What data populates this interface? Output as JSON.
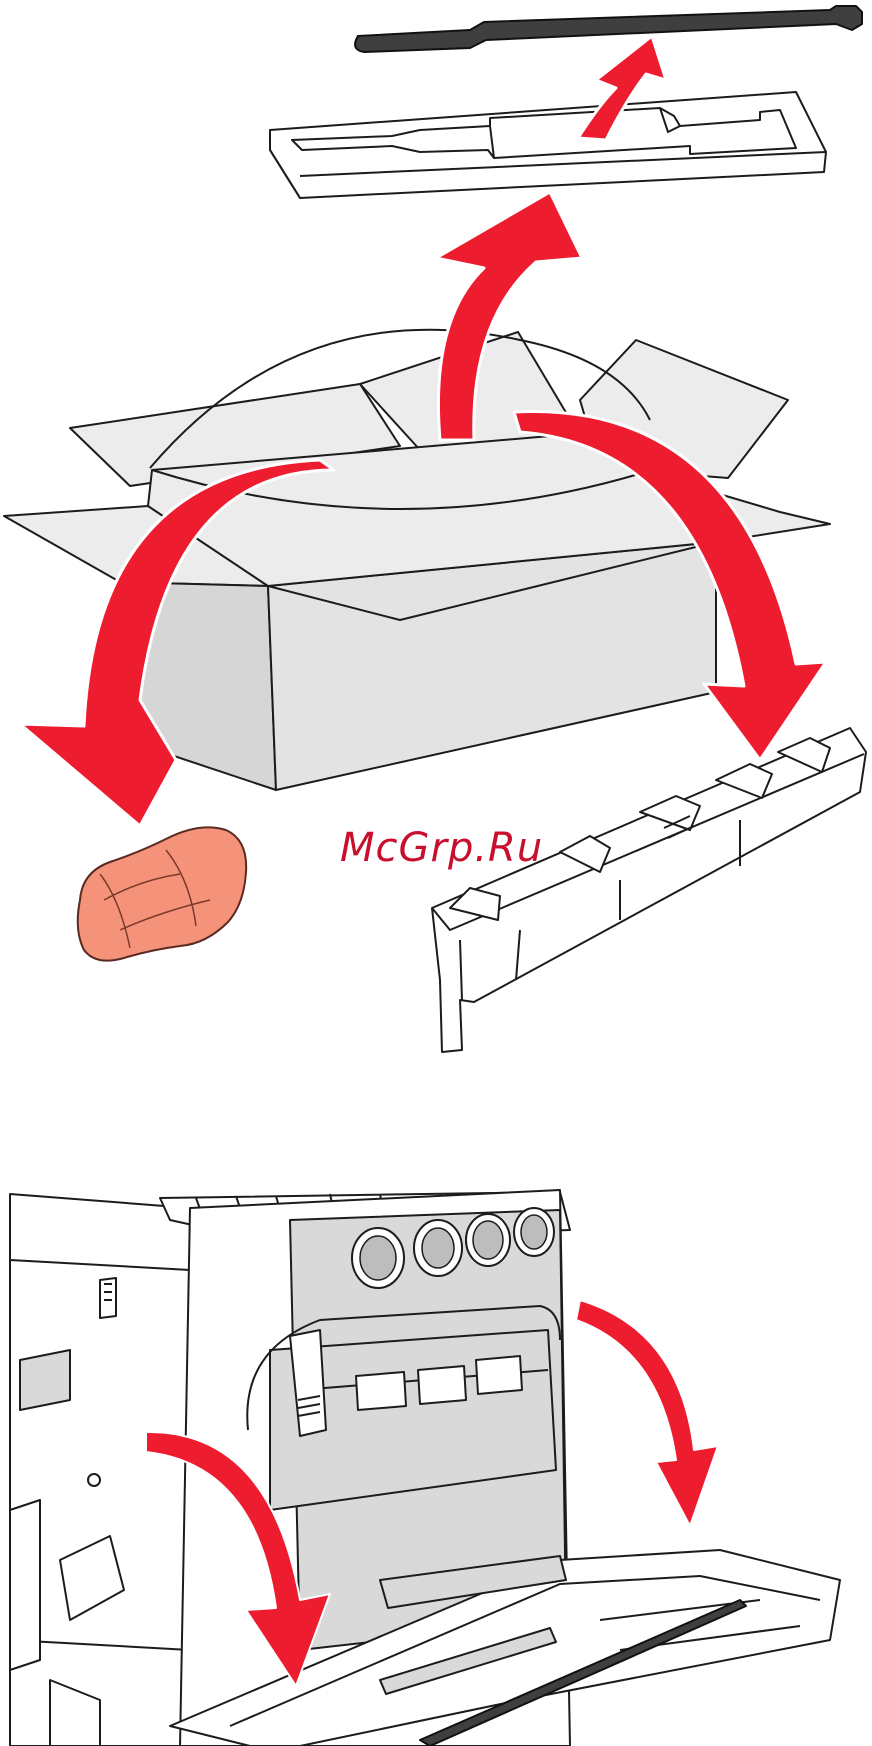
{
  "watermark": {
    "text": "McGrp.Ru",
    "color": "#c8102e"
  },
  "colors": {
    "arrow": "#ee1c2f",
    "box_fill": "#e3e3e3",
    "bag_fill": "#f4937a",
    "rod_fill": "#3f3f3f",
    "outline": "#1c1c1c"
  },
  "icons": {
    "cleaning_rod": "rod-shape",
    "packaging_tray": "tray-shape",
    "shipping_box": "box-shape",
    "packing_bag": "bag-shape",
    "waste_container": "container-shape",
    "printer_open_door": "printer-shape"
  }
}
